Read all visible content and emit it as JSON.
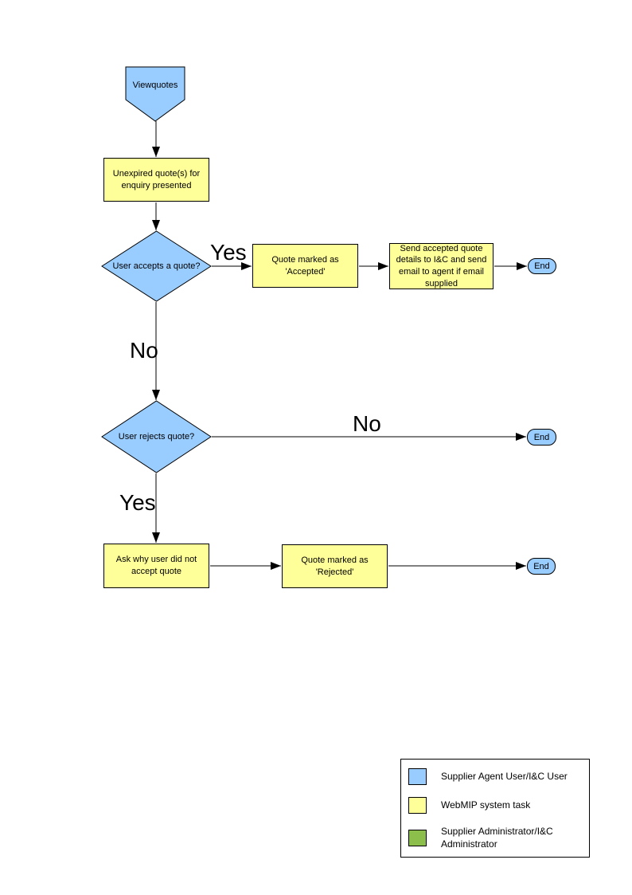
{
  "diagram": {
    "nodes": {
      "start": {
        "label": "Viewquotes"
      },
      "unexpired": {
        "label": "Unexpired quote(s) for enquiry presented"
      },
      "accepts": {
        "label": "User accepts a quote?"
      },
      "accepted": {
        "label": "Quote marked as 'Accepted'"
      },
      "send_details": {
        "label": "Send accepted quote details to I&C and send email to agent if email supplied"
      },
      "end_accept": {
        "label": "End"
      },
      "rejects": {
        "label": "User rejects quote?"
      },
      "end_no_reject": {
        "label": "End"
      },
      "ask_why": {
        "label": "Ask why user did not accept quote"
      },
      "rejected": {
        "label": "Quote marked as 'Rejected'"
      },
      "end_reject": {
        "label": "End"
      }
    },
    "edge_labels": {
      "accepts_yes": "Yes",
      "accepts_no": "No",
      "rejects_no": "No",
      "rejects_yes": "Yes"
    },
    "colors": {
      "user_blue": "#99CCFF",
      "system_yellow": "#FFFF99",
      "admin_green": "#8CBE4C",
      "outline": "#000000"
    }
  },
  "legend": {
    "items": [
      {
        "color": "#99CCFF",
        "label": "Supplier Agent User/I&C User"
      },
      {
        "color": "#FFFF99",
        "label": "WebMIP system task"
      },
      {
        "color": "#8CBE4C",
        "label": "Supplier Administrator/I&C Administrator"
      }
    ]
  }
}
